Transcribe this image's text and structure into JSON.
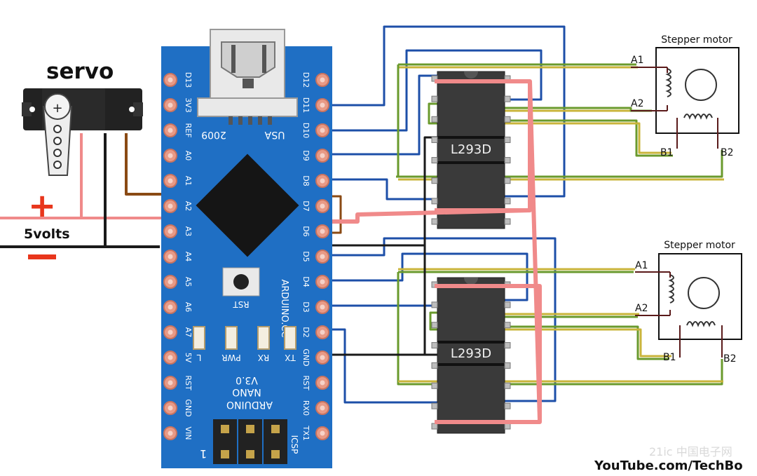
{
  "servo": {
    "title": "servo",
    "plus": "+",
    "minus": "−",
    "supply_label": "5volts"
  },
  "arduino": {
    "left_pins": [
      "D13",
      "3V3",
      "REF",
      "A0",
      "A1",
      "A2",
      "A3",
      "A4",
      "A5",
      "A6",
      "A7",
      "5V",
      "RST",
      "GND",
      "VIN"
    ],
    "right_pins": [
      "D12",
      "D11",
      "D10",
      "D9",
      "D8",
      "D7",
      "D6",
      "D5",
      "D4",
      "D3",
      "D2",
      "GND",
      "RST",
      "RX0",
      "TX1"
    ],
    "usb_text_left": "2009",
    "usb_text_right": "USA",
    "rst_label": "RST",
    "brand": "ARDUINO.CC",
    "model": "ARDUINO",
    "model_sub": "NANO",
    "version": "V3.0",
    "led_labels": [
      "L",
      "PWR",
      "RX",
      "TX"
    ],
    "icsp": "ICSP",
    "icsp_pin1": "1"
  },
  "drivers": [
    {
      "label": "L293D"
    },
    {
      "label": "L293D"
    }
  ],
  "motors": [
    {
      "title": "Stepper motor",
      "a1": "A1",
      "a2": "A2",
      "b1": "B1",
      "b2": "B2"
    },
    {
      "title": "Stepper motor",
      "a1": "A1",
      "a2": "A2",
      "b1": "B1",
      "b2": "B2"
    }
  ],
  "watermark": {
    "text": "YouTube.com/TechBo",
    "logo": "21ic 中国电子网"
  },
  "colors": {
    "board": "#1f6fc4",
    "pin_pad": "#e89a86",
    "wire_blue": "#1d4fa8",
    "wire_green": "#6a9a2c",
    "wire_yellow": "#c9b43a",
    "wire_pink": "#f08a8a",
    "wire_black": "#1a1a1a",
    "wire_brown": "#8a4a14",
    "chip": "#3a3a3a",
    "plus_minus": "#e8361c"
  }
}
